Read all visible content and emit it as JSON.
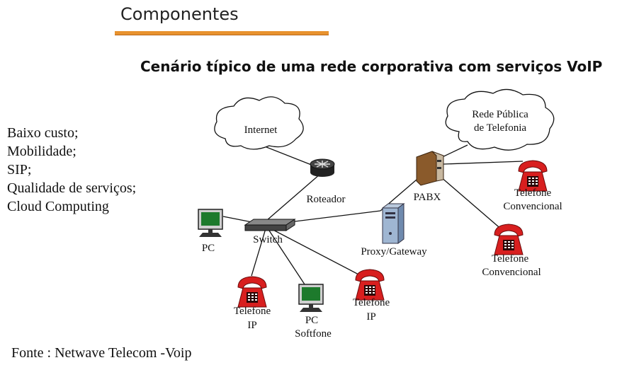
{
  "header": {
    "title": "Componentes",
    "subtitle": "Cenário típico de uma rede corporativa com serviços VoIP"
  },
  "features": [
    "Baixo custo;",
    "Mobilidade;",
    "SIP;",
    "Qualidade de serviços;",
    "Cloud Computing"
  ],
  "diagram": {
    "internet": "Internet",
    "pstn_line1": "Rede Pública",
    "pstn_line2": "de Telefonia",
    "router": "Roteador",
    "pabx": "PABX",
    "pc": "PC",
    "switch": "Switch",
    "proxy": "Proxy/Gateway",
    "phone_a_line1": "Telefone",
    "phone_a_line2": "Convencional",
    "phone_b_line1": "Telefone",
    "phone_b_line2": "Convencional",
    "ip_phone1_line1": "Telefone",
    "ip_phone1_line2": "IP",
    "softfone_line1": "PC",
    "softfone_line2": "Softfone",
    "ip_phone2_line1": "Telefone",
    "ip_phone2_line2": "IP"
  },
  "source": "Fonte : Netwave Telecom -Voip",
  "colors": {
    "accent_rule": "#e8922e",
    "phone_red": "#d81f1f",
    "monitor_green": "#1d7a2c"
  }
}
